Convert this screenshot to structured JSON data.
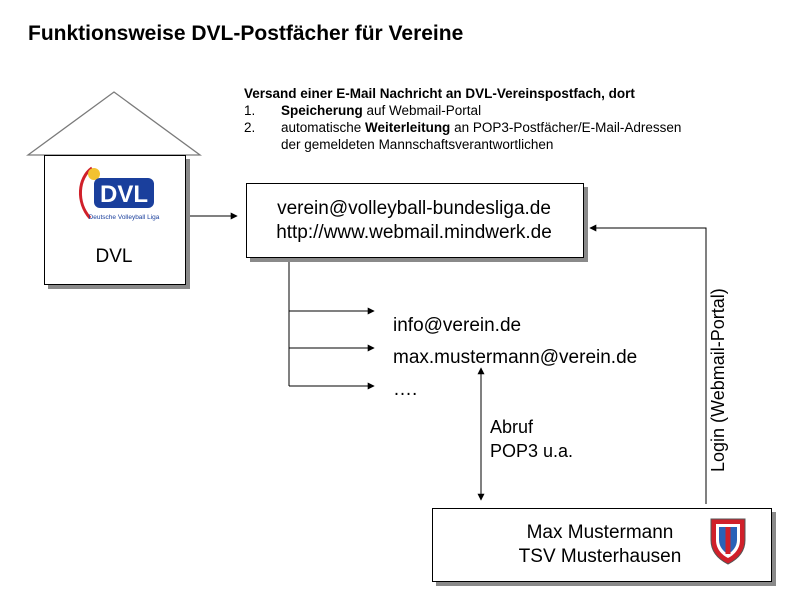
{
  "title": "Funktionsweise DVL-Postfächer für Vereine",
  "description": {
    "heading": "Versand einer E-Mail Nachricht an DVL-Vereinspostfach, dort",
    "items": [
      {
        "num": "1.",
        "bold": "Speicherung",
        "text": " auf Webmail-Portal",
        "lead": "",
        "cont": ""
      },
      {
        "num": "2.",
        "lead": "automatische ",
        "bold": "Weiterleitung",
        "text": " an POP3-Postfächer/E-Mail-Adressen",
        "cont": "der gemeldeten Mannschaftsverantwortlichen"
      }
    ]
  },
  "house": {
    "label": "DVL",
    "logo_text": "DVL",
    "logo_sub": "Deutsche Volleyball Liga"
  },
  "server": {
    "email": "verein@volleyball-bundesliga.de",
    "url": "http://www.webmail.mindwerk.de"
  },
  "mailboxes": [
    "info@verein.de",
    "max.mustermann@verein.de",
    "…."
  ],
  "abruf": {
    "line1": "Abruf",
    "line2": "POP3 u.a."
  },
  "login_label": "Login (Webmail-Portal)",
  "user": {
    "name": "Max Mustermann",
    "club": "TSV Musterhausen"
  },
  "colors": {
    "shadow": "#8a8a8a",
    "logo_blue": "#1a3f9c",
    "logo_red": "#d0202a",
    "crest_red": "#d0202a",
    "crest_blue": "#2a62b8"
  }
}
